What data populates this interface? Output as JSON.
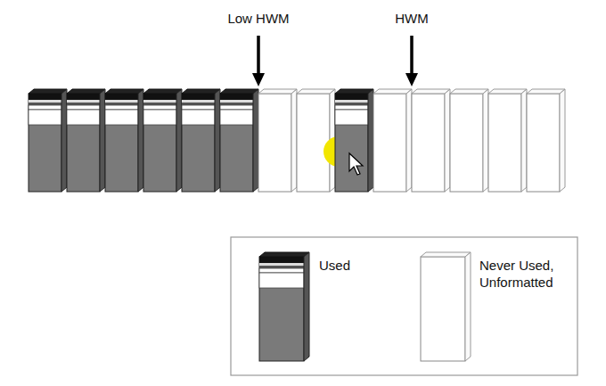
{
  "diagram": {
    "labels": [
      "Low HWM",
      "HWM"
    ],
    "legend": [
      {
        "text": "Used"
      },
      {
        "text": "Never Used, Unformatted"
      }
    ]
  }
}
